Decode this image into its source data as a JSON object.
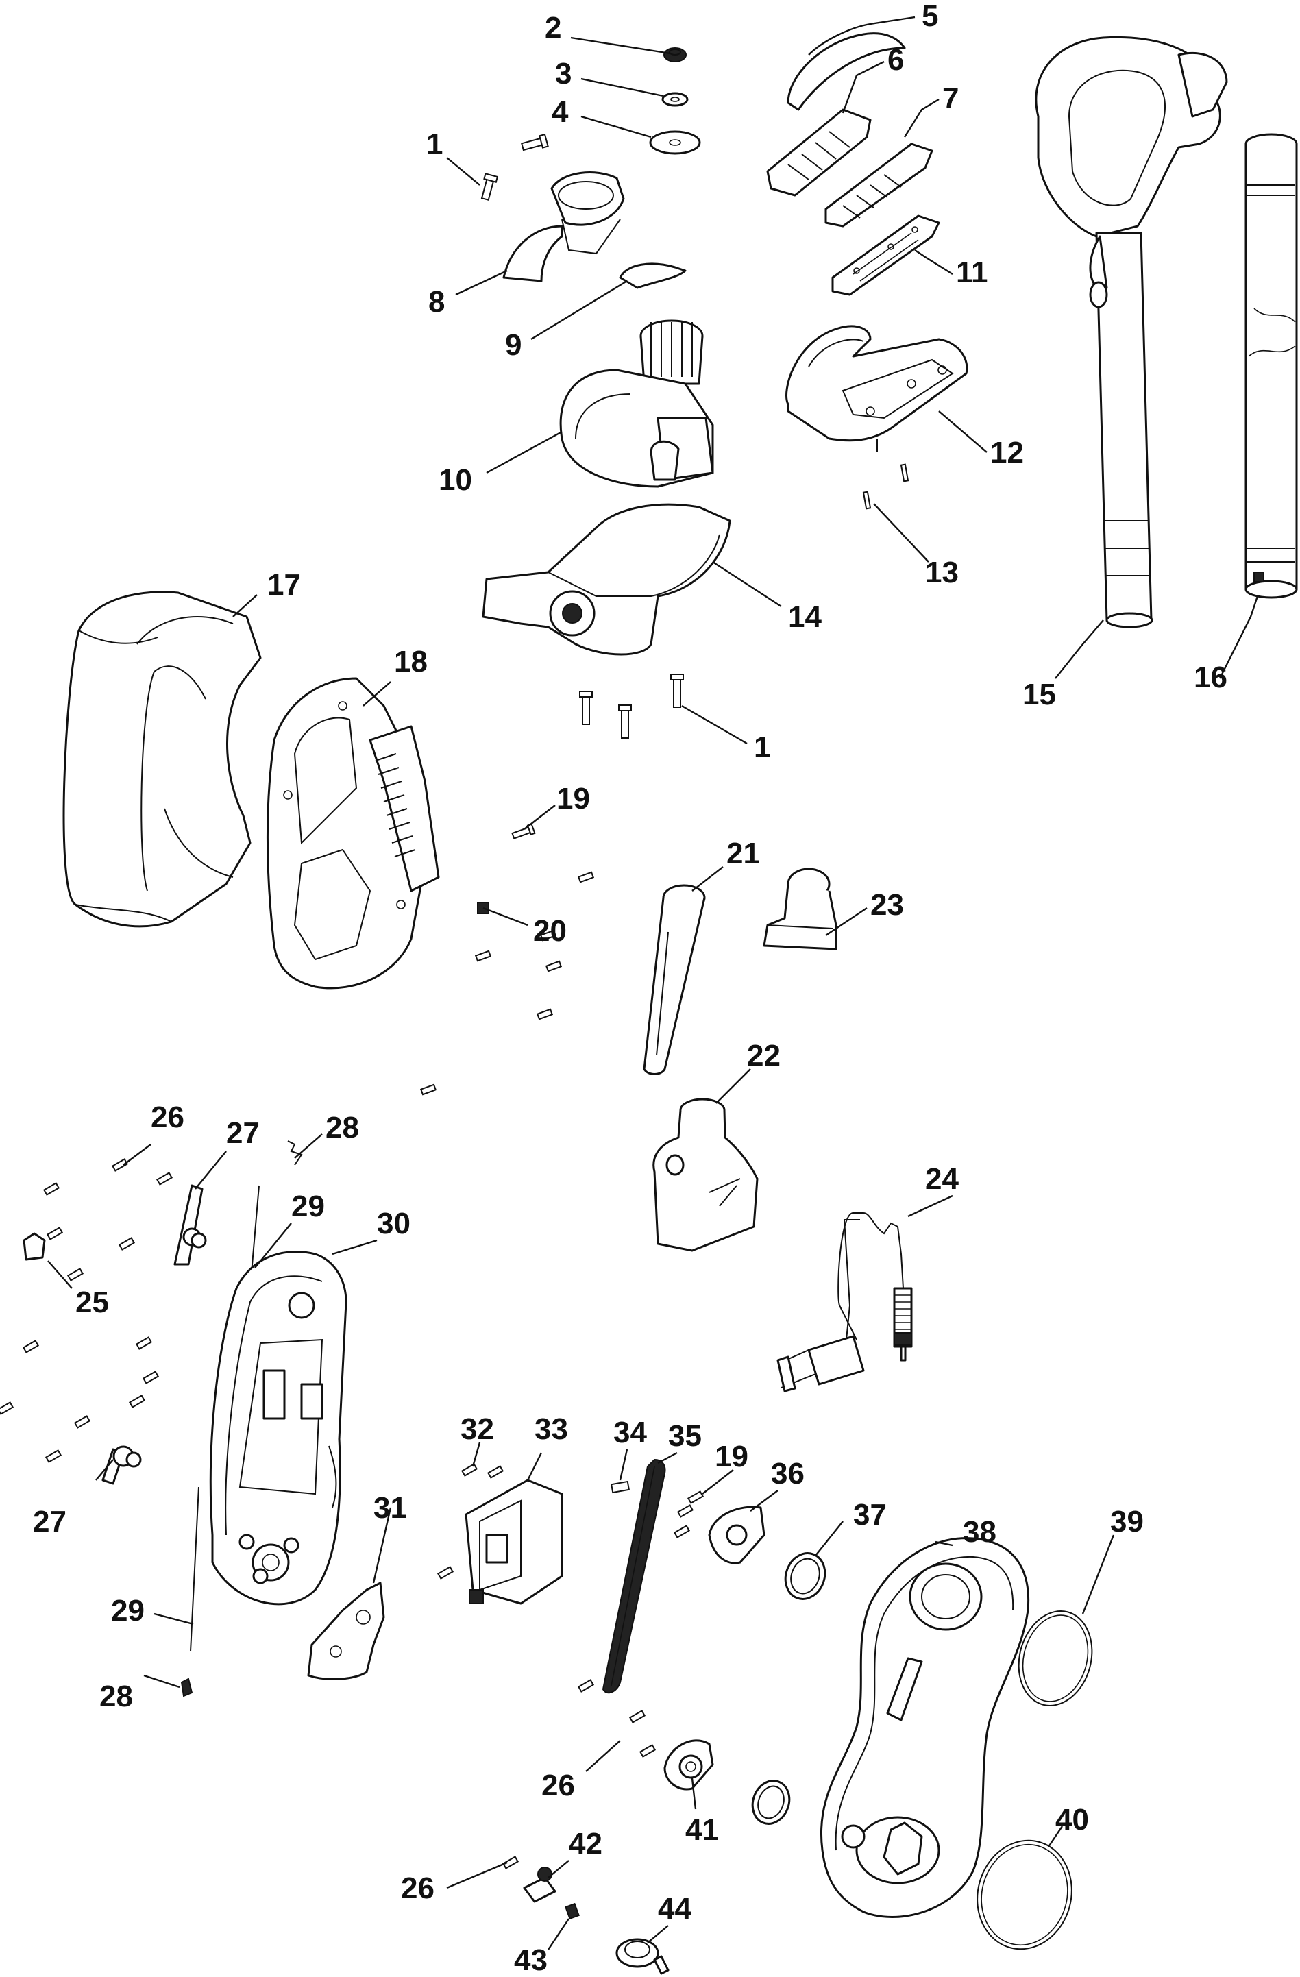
{
  "diagram": {
    "type": "exploded-parts-diagram",
    "callouts": [
      {
        "id": "c1a",
        "label": "1"
      },
      {
        "id": "c1b",
        "label": "1"
      },
      {
        "id": "c2",
        "label": "2"
      },
      {
        "id": "c3",
        "label": "3"
      },
      {
        "id": "c4",
        "label": "4"
      },
      {
        "id": "c5",
        "label": "5"
      },
      {
        "id": "c6",
        "label": "6"
      },
      {
        "id": "c7",
        "label": "7"
      },
      {
        "id": "c8",
        "label": "8"
      },
      {
        "id": "c9",
        "label": "9"
      },
      {
        "id": "c10",
        "label": "10"
      },
      {
        "id": "c11",
        "label": "11"
      },
      {
        "id": "c12",
        "label": "12"
      },
      {
        "id": "c13",
        "label": "13"
      },
      {
        "id": "c14",
        "label": "14"
      },
      {
        "id": "c15",
        "label": "15"
      },
      {
        "id": "c16",
        "label": "16"
      },
      {
        "id": "c17",
        "label": "17"
      },
      {
        "id": "c18",
        "label": "18"
      },
      {
        "id": "c19a",
        "label": "19"
      },
      {
        "id": "c19b",
        "label": "19"
      },
      {
        "id": "c20",
        "label": "20"
      },
      {
        "id": "c21",
        "label": "21"
      },
      {
        "id": "c22",
        "label": "22"
      },
      {
        "id": "c23",
        "label": "23"
      },
      {
        "id": "c24",
        "label": "24"
      },
      {
        "id": "c25",
        "label": "25"
      },
      {
        "id": "c26a",
        "label": "26"
      },
      {
        "id": "c26b",
        "label": "26"
      },
      {
        "id": "c26c",
        "label": "26"
      },
      {
        "id": "c27a",
        "label": "27"
      },
      {
        "id": "c27b",
        "label": "27"
      },
      {
        "id": "c28a",
        "label": "28"
      },
      {
        "id": "c28b",
        "label": "28"
      },
      {
        "id": "c29a",
        "label": "29"
      },
      {
        "id": "c29b",
        "label": "29"
      },
      {
        "id": "c30",
        "label": "30"
      },
      {
        "id": "c31",
        "label": "31"
      },
      {
        "id": "c32",
        "label": "32"
      },
      {
        "id": "c33",
        "label": "33"
      },
      {
        "id": "c34",
        "label": "34"
      },
      {
        "id": "c35",
        "label": "35"
      },
      {
        "id": "c36",
        "label": "36"
      },
      {
        "id": "c37",
        "label": "37"
      },
      {
        "id": "c38",
        "label": "38"
      },
      {
        "id": "c39",
        "label": "39"
      },
      {
        "id": "c40",
        "label": "40"
      },
      {
        "id": "c41",
        "label": "41"
      },
      {
        "id": "c42",
        "label": "42"
      },
      {
        "id": "c43",
        "label": "43"
      },
      {
        "id": "c44",
        "label": "44"
      }
    ]
  }
}
